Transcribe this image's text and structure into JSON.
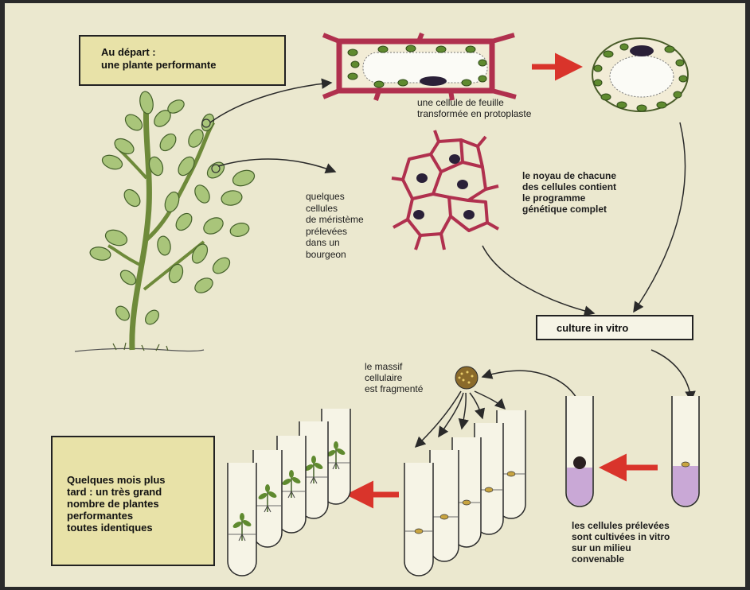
{
  "start_box": {
    "line1": "Au départ :",
    "line2": "une plante performante"
  },
  "protoplast_label": {
    "line1": "une cellule de feuille",
    "line2": "transformée en protoplaste"
  },
  "meristem_label": {
    "lines": [
      "quelques",
      "cellules",
      "de méristème",
      "prélevées",
      "dans un",
      "bourgeon"
    ]
  },
  "nucleus_label": {
    "lines": [
      "le noyau de chacune",
      "des cellules contient",
      "le programme",
      "génétique complet"
    ]
  },
  "culture_box": "culture in vitro",
  "massif_label": {
    "lines": [
      "le massif",
      "cellulaire",
      "est fragmenté"
    ]
  },
  "cultured_label": {
    "lines": [
      "les cellules prélevées",
      "sont cultivées in vitro",
      "sur un milieu",
      "convenable"
    ]
  },
  "end_box": {
    "lines": [
      "Quelques mois plus",
      "tard : un très grand",
      "nombre de plantes",
      "performantes",
      "toutes identiques"
    ]
  },
  "colors": {
    "paper": "#ebe8cf",
    "cell_wall": "#b0304e",
    "chloroplast": "#5f8a2f",
    "red_arrow": "#d9342b",
    "leaf": "#a9c57a",
    "medium": "#c9a8d6",
    "label_box": "#e8e2a8"
  }
}
